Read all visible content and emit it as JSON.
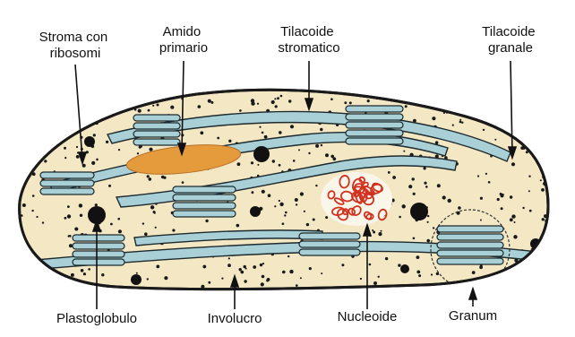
{
  "colors": {
    "stroma": "#f3e7c4",
    "envelope": "#1a1a1a",
    "thylakoid_fill": "#a9cfd7",
    "thylakoid_stroke": "#1d2a2e",
    "starch": "#e59a3c",
    "nucleoid": "#d23220",
    "ribosome": "#1a1a1a"
  },
  "labels": {
    "stroma_ribosomes": [
      "Stroma con",
      "ribosomi"
    ],
    "primary_starch": [
      "Amido",
      "primario"
    ],
    "stroma_thylakoid": [
      "Tilacoide",
      "stromatico"
    ],
    "granal_thylakoid": [
      "Tilacoide",
      "granale"
    ],
    "plastoglobule": "Plastoglobulo",
    "envelope": "Involucro",
    "nucleoid": "Nucleoide",
    "granum": "Granum"
  }
}
